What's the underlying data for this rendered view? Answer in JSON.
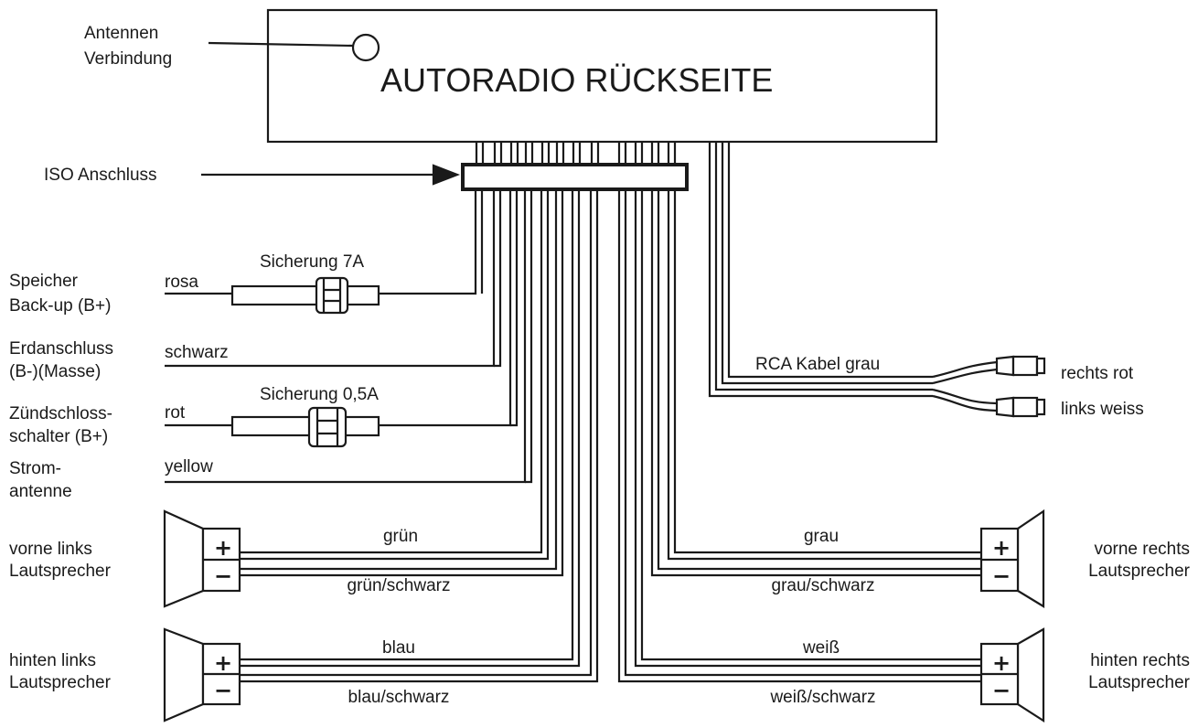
{
  "radio": {
    "title": "AUTORADIO RÜCKSEITE",
    "antenna_label_1": "Antennen",
    "antenna_label_2": "Verbindung"
  },
  "iso": {
    "label": "ISO Anschluss"
  },
  "fuses": {
    "f1": "Sicherung 7A",
    "f2": "Sicherung 0,5A"
  },
  "wires": {
    "memory": {
      "name_1": "Speicher",
      "name_2": "Back-up (B+)",
      "color": "rosa"
    },
    "ground": {
      "name_1": "Erdanschluss",
      "name_2": "(B-)(Masse)",
      "color": "schwarz"
    },
    "ignition": {
      "name_1": "Zündschloss-",
      "name_2": "schalter (B+)",
      "color": "rot"
    },
    "power_antenna": {
      "name_1": "Strom-",
      "name_2": "antenne",
      "color": "yellow"
    }
  },
  "speakers": {
    "front_left": {
      "name_1": "vorne links",
      "name_2": "Lautsprecher",
      "plus": "grün",
      "minus": "grün/schwarz"
    },
    "rear_left": {
      "name_1": "hinten links",
      "name_2": "Lautsprecher",
      "plus": "blau",
      "minus": "blau/schwarz"
    },
    "front_right": {
      "name_1": "vorne rechts",
      "name_2": "Lautsprecher",
      "plus": "grau",
      "minus": "grau/schwarz"
    },
    "rear_right": {
      "name_1": "hinten rechts",
      "name_2": "Lautsprecher",
      "plus": "weiß",
      "minus": "weiß/schwarz"
    },
    "plus_sign": "+",
    "minus_sign": "−"
  },
  "rca": {
    "label": "RCA Kabel grau",
    "right": "rechts rot",
    "left": "links weiss"
  }
}
